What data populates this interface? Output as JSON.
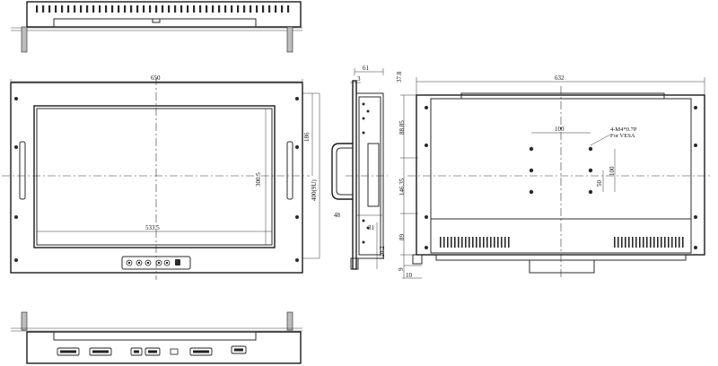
{
  "dimensions": {
    "front_width": "650",
    "active_width": "533.5",
    "active_height": "300.5",
    "half_height": "186",
    "total_height": "400(9U)",
    "side_depth": "61",
    "side_flange": "3",
    "handle_offset": "48",
    "bottom_small": "31",
    "bottom_tail": "120.2",
    "rear_width": "632",
    "rear_top_offset": "37.8",
    "rear_a": "88.85",
    "rear_b": "146.35",
    "rear_c": "89",
    "rear_d": "9",
    "rear_e": "10",
    "vesa_h": "100",
    "vesa_v": "100",
    "vesa_small": "50"
  },
  "notes": {
    "vesa_line1": "4-M4*0.7P",
    "vesa_line2": "For VESA"
  }
}
